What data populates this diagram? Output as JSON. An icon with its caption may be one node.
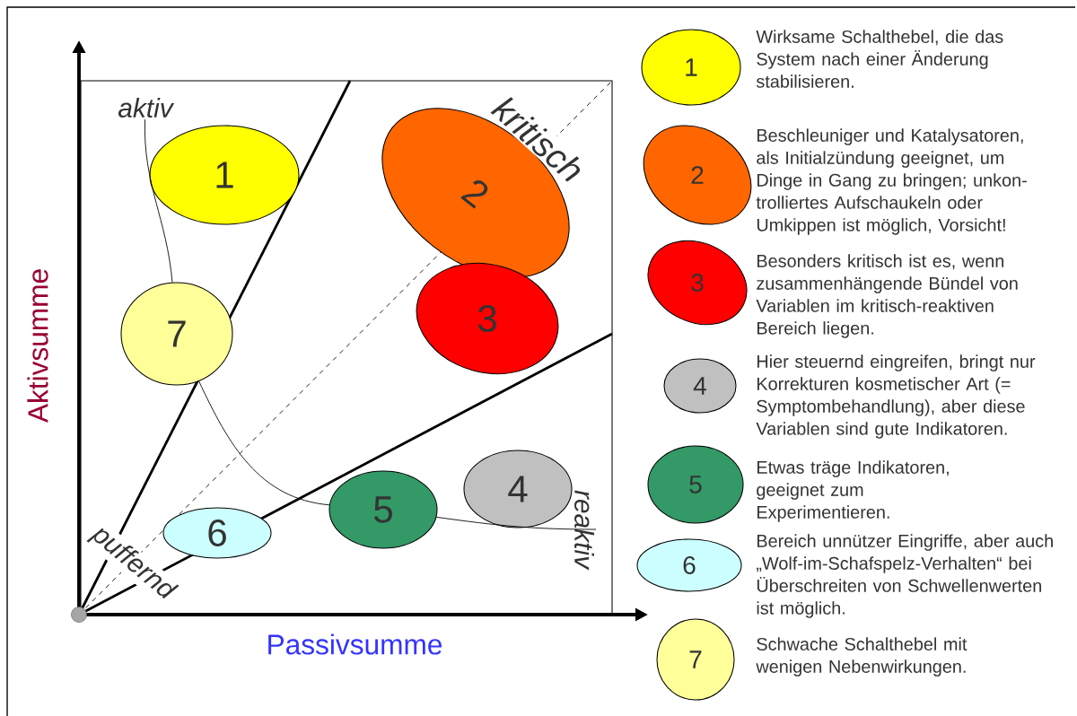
{
  "diagram": {
    "nodes": [
      {
        "text": [
          "1"
        ]
      },
      {
        "text": [
          "2"
        ]
      },
      {
        "text": [
          "3"
        ]
      },
      {
        "text": [
          "4"
        ]
      },
      {
        "text": [
          "5"
        ]
      },
      {
        "text": [
          "6"
        ]
      },
      {
        "text": [
          "7"
        ]
      },
      {
        "text": [
          "aktiv"
        ]
      },
      {
        "text": [
          "reaktiv"
        ]
      },
      {
        "text": [
          "1"
        ],
        "beside": [
          "Wirksame Schalthebel, die das System nach einer Änderung stabilisieren."
        ]
      },
      {
        "text": [
          "2"
        ],
        "beside": [
          "Beschleuniger und Katalysatoren, als Initialzündung geeignet, um Dinge in Gang zu bringen; unkon- trolliertes Aufschaukeln oder Umkippen ist möglich, Vorsicht!"
        ]
      },
      {
        "text": [
          "3"
        ],
        "beside": [
          "Besonders kritisch ist es, wenn zusammenhängende Bündel von Variablen im kritisch-reaktiven Bereich liegen."
        ]
      },
      {
        "text": [
          "4"
        ],
        "beside": [
          "Hier steuernd eingreifen, bringt nur Korrekturen kosmetischer Art (= Symptombehandlung), aber diese Variablen sind gute Indikatoren."
        ]
      },
      {
        "text": [
          "5"
        ],
        "beside": [
          "Etwas träge Indikatoren, geeignet zum Experimentieren."
        ]
      },
      {
        "text": [
          "6"
        ],
        "beside": [
          "Bereich unnützer Eingriffe, aber auch „Wolf-im-Schafspelz-Verhalten“ bei Überschreiten von Schwellenwerten ist möglich."
        ]
      },
      {
        "text": [
          "7"
        ],
        "beside": [
          "Schwache Schalthebel mit wenigen Nebenwirkungen."
        ]
      }
    ],
    "edges": [
      {
        "from": 7,
        "to": 6,
        "arrow": "none"
      },
      {
        "from": 6,
        "to": 4,
        "arrow": "none"
      },
      {
        "from": 4,
        "to": 8,
        "arrow": "none"
      }
    ],
    "labels": [
      "kritisch",
      "puffernd",
      "Aktivsumme",
      "Passivsumme"
    ]
  }
}
